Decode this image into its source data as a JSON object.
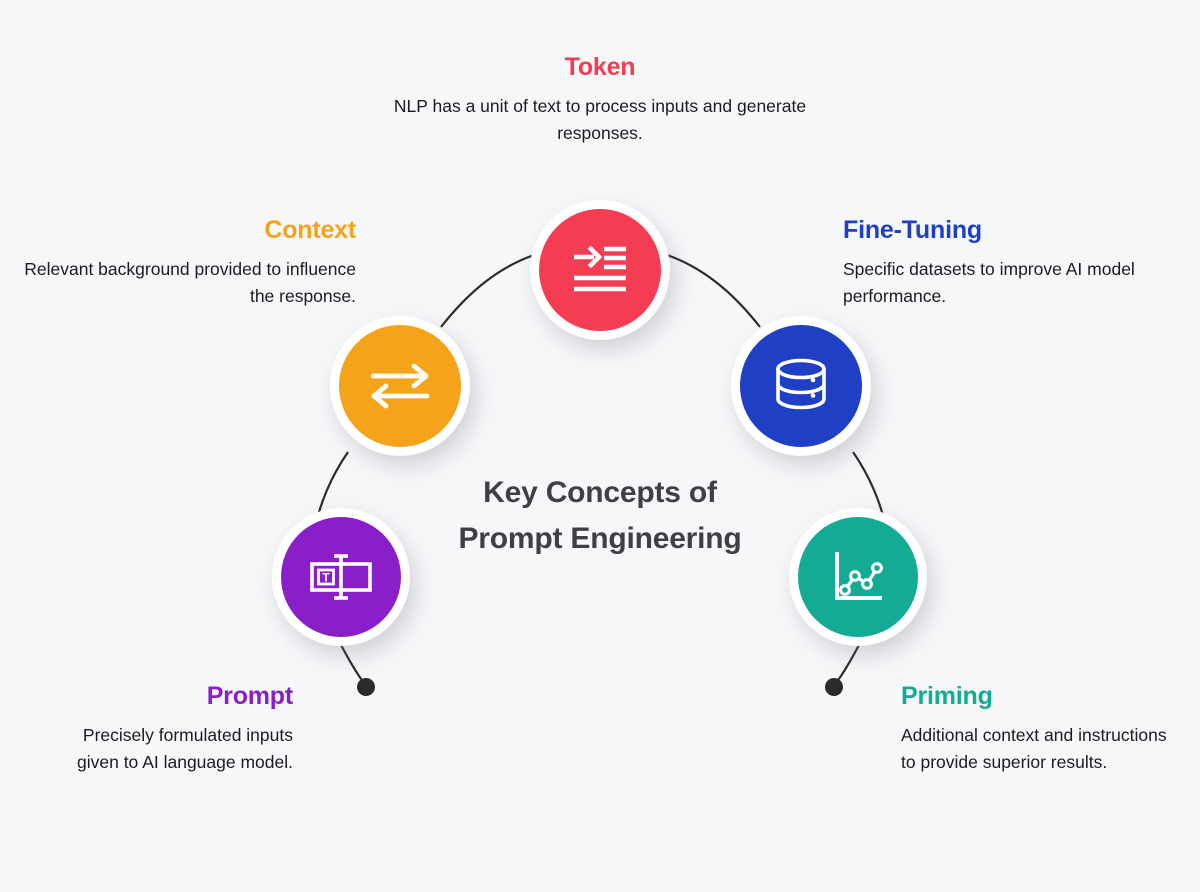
{
  "diagram": {
    "center_title_line1": "Key Concepts of",
    "center_title_line2": "Prompt Engineering",
    "background_color": "#f6f7f9",
    "connector_color": "#2b2b2b"
  },
  "concepts": [
    {
      "id": "token",
      "heading": "Token",
      "description": "NLP has a unit of text to process inputs and generate responses.",
      "color": "#f43c52",
      "icon": "text-indent-icon",
      "position": "top-center"
    },
    {
      "id": "context",
      "heading": "Context",
      "description": "Relevant background provided to influence the response.",
      "color": "#f5a31b",
      "icon": "exchange-arrows-icon",
      "position": "left-upper"
    },
    {
      "id": "fine-tuning",
      "heading": "Fine-Tuning",
      "description": "Specific datasets to improve AI model performance.",
      "color": "#1f3fc4",
      "icon": "database-icon",
      "position": "right-upper"
    },
    {
      "id": "prompt",
      "heading": "Prompt",
      "description": "Precisely formulated inputs given to AI language model.",
      "color": "#8a1fc9",
      "icon": "text-cursor-input-icon",
      "position": "left-lower"
    },
    {
      "id": "priming",
      "heading": "Priming",
      "description": "Additional context and instructions to provide superior results.",
      "color": "#13ab94",
      "icon": "line-chart-icon",
      "position": "right-lower"
    }
  ],
  "endpoint_dots": [
    {
      "name": "prompt-endpoint-dot",
      "color": "#2b2b2b"
    },
    {
      "name": "priming-endpoint-dot",
      "color": "#2b2b2b"
    }
  ]
}
